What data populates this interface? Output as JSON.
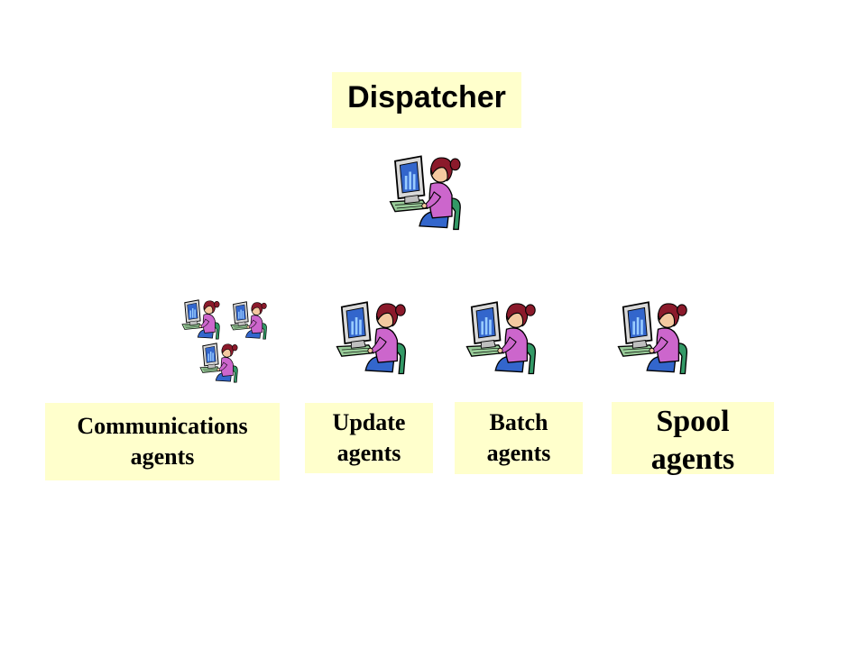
{
  "colors": {
    "box_fill": "#ffffcc",
    "monitor_body": "#d9d9d9",
    "screen": "#3366cc",
    "shirt": "#cc66cc",
    "hair": "#8b1a2b",
    "skin": "#f4c9a0",
    "chair": "#339966",
    "keyboard": "#99cc99",
    "pants": "#3366cc"
  },
  "icon_name": "person-at-computer-icon",
  "dispatcher": {
    "label": "Dispatcher"
  },
  "groups": [
    {
      "label": "Communications agents",
      "icons": 3
    },
    {
      "label": "Update agents",
      "icons": 1
    },
    {
      "label": "Batch agents",
      "icons": 1
    },
    {
      "label": "Spool agents",
      "icons": 1
    }
  ]
}
